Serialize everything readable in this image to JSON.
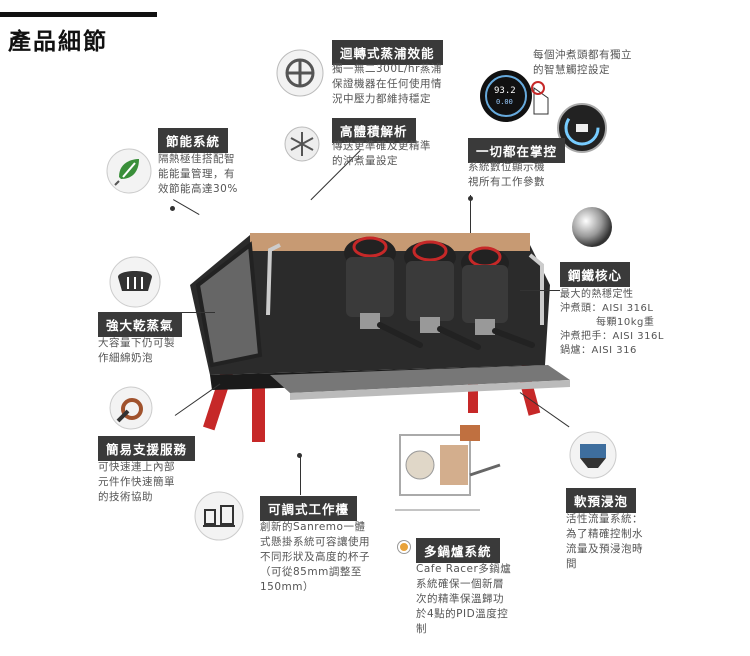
{
  "page": {
    "title": "產品細節"
  },
  "features": {
    "steam": {
      "title": "迴轉式蒸浦效能",
      "lines": [
        "獨一無二300L/hr蒸浦",
        "保證機器在任何使用情",
        "況中壓力都維持穩定"
      ]
    },
    "display": {
      "title": "高體積解析",
      "lines": [
        "傳送更準確及更精準",
        "的沖煮量設定"
      ]
    },
    "energy": {
      "title": "節能系統",
      "lines": [
        "隔熱極佳搭配智",
        "能能量管理，有",
        "效節能高達30%"
      ]
    },
    "touch": {
      "lines": [
        "每個沖煮頭都有獨立",
        "的智慧觸控設定"
      ]
    },
    "control": {
      "title": "一切都在掌控",
      "lines": [
        "系統數位顯示機",
        "視所有工作參數"
      ]
    },
    "steel": {
      "title": "鋼鐵核心",
      "lines": [
        "最大的熱穩定性",
        "沖煮頭：AISI 316L",
        "每顆10kg重",
        "沖煮把手：AISI 316L",
        "鍋爐：AISI 316"
      ]
    },
    "dry_steam": {
      "title": "強大乾蒸氣",
      "lines": [
        "大容量下仍可製",
        "作細綿奶泡"
      ]
    },
    "support": {
      "title": "簡易支援服務",
      "lines": [
        "可快速連上內部",
        "元件作快速簡單",
        "的技術協助"
      ]
    },
    "preinfusion": {
      "title": "軟預浸泡",
      "lines": [
        "活性流量系統：",
        "為了精確控制水",
        "流量及預浸泡時",
        "間"
      ]
    },
    "adjustable": {
      "title": "可調式工作檯",
      "lines": [
        "創新的Sanremo一體",
        "式懸掛系統可容讓使用",
        "不同形狀及高度的杯子",
        "（可從85mm調整至",
        "150mm）"
      ]
    },
    "boiler": {
      "title": "多鍋爐系統",
      "lines": [
        "Cafe Racer多鍋爐",
        "系統確保一個新層",
        "次的精準保溫歸功",
        "於4點的PID溫度控",
        "制"
      ]
    }
  },
  "display_screen": {
    "value": "93.2",
    "sub": "0.00"
  },
  "icons": [
    "pump-icon",
    "snowflake-display-icon",
    "leaf-plug-icon",
    "touch-hand-icon",
    "gauge-dial-icon",
    "steel-ball-icon",
    "steam-wand-icon",
    "wrench-gear-icon",
    "boiler-cup-icon",
    "cup-tray-icon"
  ],
  "colors": {
    "accent_red": "#c62828",
    "tag_bg": "#3a3a3a",
    "boiler_dot": "#e8a23a"
  }
}
